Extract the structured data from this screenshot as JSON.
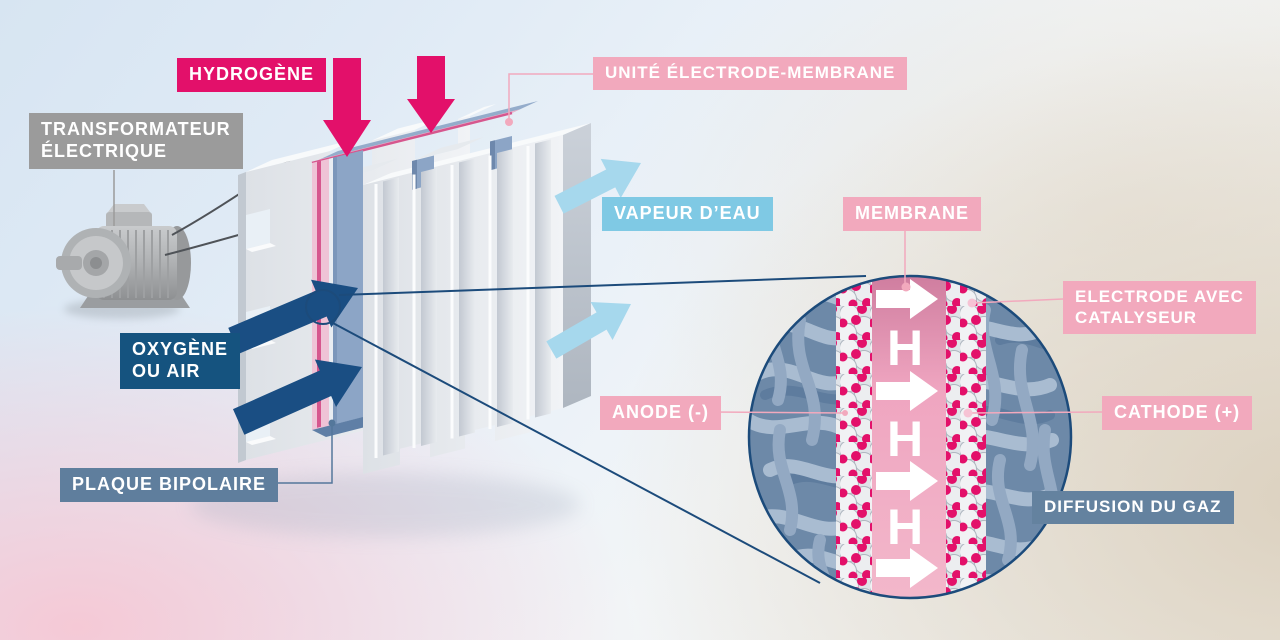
{
  "labels": {
    "hydrogene": {
      "text": "HYDROGÈNE"
    },
    "transformateur": {
      "line1": "TRANSFORMATEUR",
      "line2": "ÉLECTRIQUE"
    },
    "unite_electrode_membrane": {
      "text": "UNITÉ ÉLECTRODE-MEMBRANE"
    },
    "vapeur_eau": {
      "text": "VAPEUR D’EAU"
    },
    "membrane": {
      "text": "MEMBRANE"
    },
    "oxygene": {
      "line1": "OXYGÈNE",
      "line2": "OU AIR"
    },
    "plaque_bipolaire": {
      "text": "PLAQUE BIPOLAIRE"
    },
    "anode": {
      "text": "ANODE (-)"
    },
    "cathode": {
      "text": "CATHODE (+)"
    },
    "electrode_catalyseur": {
      "line1": "ELECTRODE AVEC",
      "line2": "CATALYSEUR"
    },
    "diffusion_gaz": {
      "text": "DIFFUSION DU GAZ"
    }
  },
  "membrane_detail": {
    "ion_symbol": "H"
  },
  "icons": {
    "electric_motor": "electric-motor-illustration",
    "fuel_cell_stack": "fuel-cell-stack-illustration",
    "magnifier_circle": "zoom-detail-circle"
  },
  "colors": {
    "magenta": "#E3106A",
    "pink_label": "#F2A9BD",
    "light_blue_label": "#7FC9E4",
    "light_blue_arrow": "#A6D8ED",
    "dark_blue_label": "#15537F",
    "dark_blue_arrow": "#1A4E83",
    "slate_label": "#5F7E9D",
    "gray_label": "#9B9B9B",
    "navy_outline": "#1C4B7B",
    "membrane_pink": "#F0A8C2",
    "slab_blue": "#8CA5C6"
  }
}
